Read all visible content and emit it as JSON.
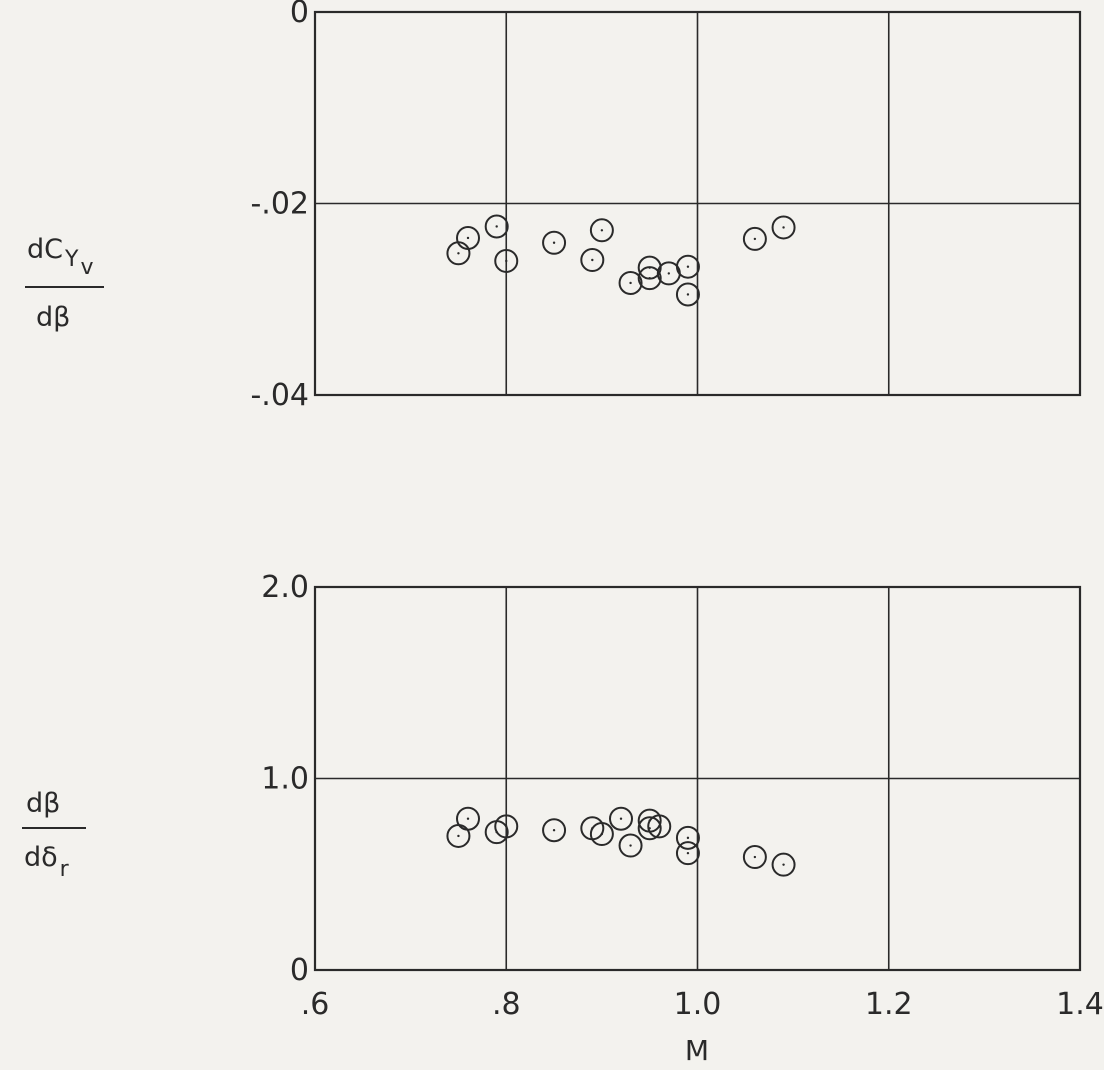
{
  "chart_data": [
    {
      "type": "scatter",
      "xlabel": "M",
      "ylabel": {
        "numerator": "dC",
        "numerator_sub": "Y",
        "numerator_subsub": "v",
        "denominator": "dβ"
      },
      "xlim": [
        0.6,
        1.4
      ],
      "ylim": [
        -0.04,
        0
      ],
      "x_ticks": [
        0.6,
        0.8,
        1.0,
        1.2,
        1.4
      ],
      "y_ticks": [
        -0.04,
        -0.02,
        0
      ],
      "x_tick_labels": [],
      "y_tick_labels": [
        "-.04",
        "-.02",
        "0"
      ],
      "grid": true,
      "marker": "open-circle",
      "series": [
        {
          "x": [
            0.75,
            0.76,
            0.79,
            0.8,
            0.85,
            0.89,
            0.9,
            0.93,
            0.95,
            0.95,
            0.97,
            0.99,
            0.99,
            1.06,
            1.09
          ],
          "y": [
            -0.0252,
            -0.0236,
            -0.0224,
            -0.026,
            -0.0241,
            -0.0259,
            -0.0228,
            -0.0283,
            -0.0267,
            -0.0278,
            -0.0273,
            -0.0266,
            -0.0295,
            -0.0237,
            -0.0225
          ]
        }
      ]
    },
    {
      "type": "scatter",
      "xlabel": "M",
      "ylabel": {
        "numerator": "dβ",
        "denominator": "dδ",
        "denominator_sub": "r"
      },
      "xlim": [
        0.6,
        1.4
      ],
      "ylim": [
        0,
        2.0
      ],
      "x_ticks": [
        0.6,
        0.8,
        1.0,
        1.2,
        1.4
      ],
      "y_ticks": [
        0,
        1.0,
        2.0
      ],
      "x_tick_labels": [
        ".6",
        ".8",
        "1.0",
        "1.2",
        "1.4"
      ],
      "y_tick_labels": [
        "0",
        "1.0",
        "2.0"
      ],
      "grid": true,
      "marker": "open-circle",
      "series": [
        {
          "x": [
            0.75,
            0.76,
            0.79,
            0.8,
            0.85,
            0.89,
            0.9,
            0.92,
            0.93,
            0.95,
            0.95,
            0.96,
            0.99,
            0.99,
            1.06,
            1.09
          ],
          "y": [
            0.7,
            0.79,
            0.72,
            0.75,
            0.73,
            0.74,
            0.71,
            0.79,
            0.65,
            0.78,
            0.74,
            0.75,
            0.69,
            0.61,
            0.59,
            0.55
          ]
        }
      ]
    }
  ]
}
